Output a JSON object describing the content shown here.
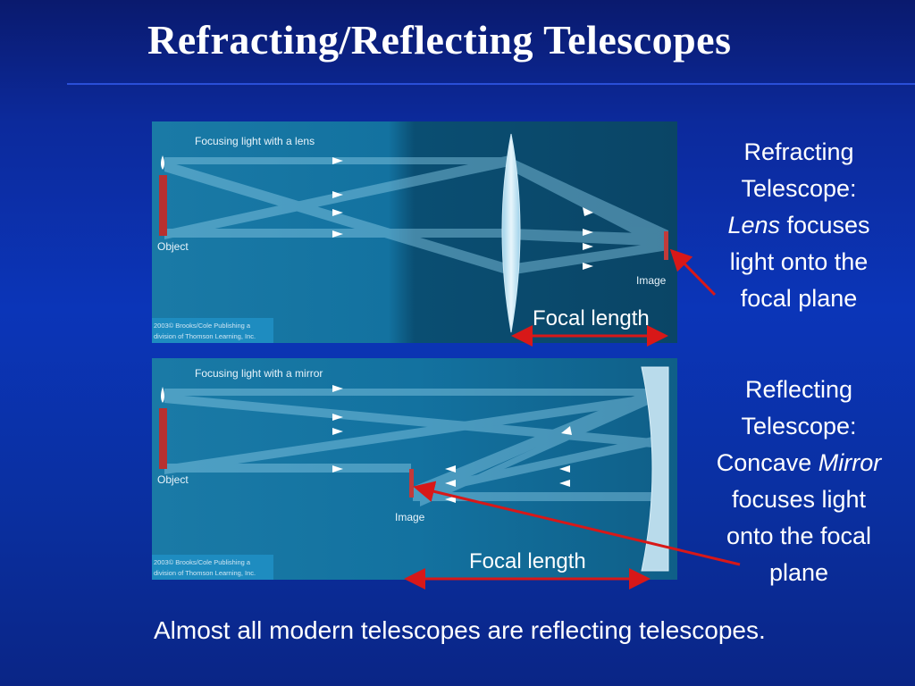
{
  "title": "Refracting/Reflecting Telescopes",
  "panel1": {
    "heading": "Focusing light with a lens",
    "object_label": "Object",
    "image_label": "Image",
    "focal_label": "Focal length",
    "credit_line1": "2003© Brooks/Cole Publishing a",
    "credit_line2": "division of Thomson Learning, Inc."
  },
  "panel2": {
    "heading": "Focusing light with a mirror",
    "object_label": "Object",
    "image_label": "Image",
    "focal_label": "Focal length",
    "credit_line1": "2003© Brooks/Cole Publishing a",
    "credit_line2": "division of Thomson Learning, Inc."
  },
  "side1": {
    "line1": "Refracting",
    "line2": "Telescope:",
    "emph": "Lens",
    "line3_rest": " focuses",
    "line4": "light onto the",
    "line5": "focal plane"
  },
  "side2": {
    "line1": "Reflecting",
    "line2": "Telescope:",
    "line3_start": "Concave ",
    "emph": "Mirror",
    "line4": "focuses light",
    "line5": "onto the focal",
    "line6": "plane"
  },
  "footer": "Almost all modern telescopes are reflecting telescopes.",
  "colors": {
    "arrow_red": "#d81818",
    "panel_dark": "#0a3a5c",
    "panel_light": "#136a94",
    "beam": "#7fc6e6"
  }
}
